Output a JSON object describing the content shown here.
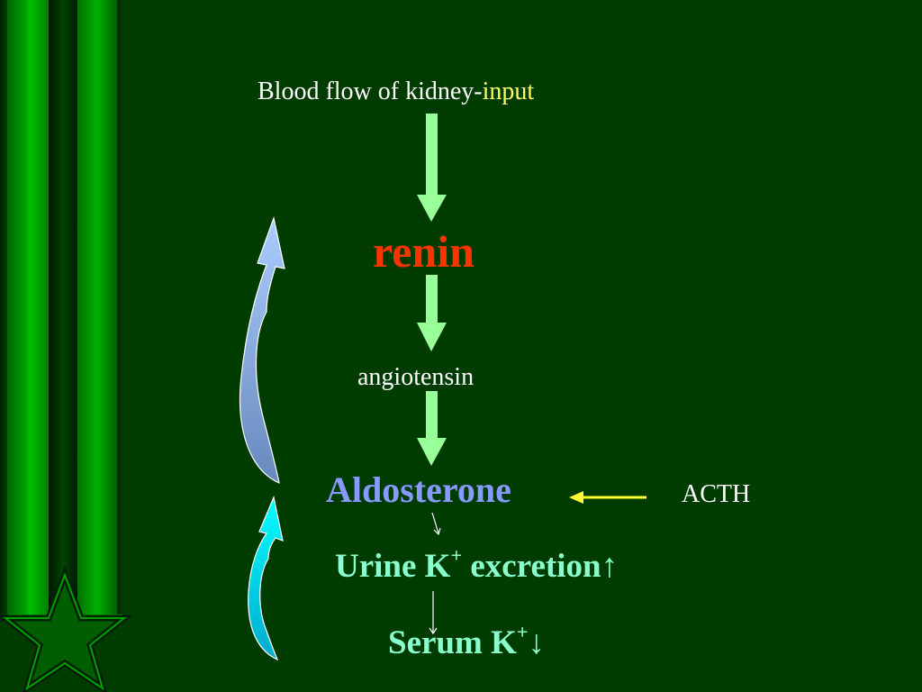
{
  "diagram": {
    "blood_flow": {
      "text": "Blood flow of kidney-",
      "highlight": "input"
    },
    "renin": "renin",
    "angiotensin": "angiotensin",
    "aldosterone": "Aldosterone",
    "acth": "ACTH",
    "urine": {
      "text": "Urine K",
      "sup": "+",
      "rest": " excretion",
      "trend": "↑"
    },
    "serum": {
      "text": "Serum K",
      "sup": "+",
      "trend": "↓"
    }
  },
  "colors": {
    "background": "#003c00",
    "stripe_bright": "#00a000",
    "stripe_dark": "#004400",
    "flow_arrow": "#99ff99",
    "acth_arrow": "#ffff33",
    "feedback_arrow_upper": "#88bbff",
    "feedback_arrow_lower": "#00ddee",
    "renin": "#ff3300",
    "aldosterone": "#8899ff",
    "effects": "#88ffcc",
    "highlight": "#ffff66",
    "star": "#006600"
  },
  "icons": [
    "star-icon"
  ]
}
